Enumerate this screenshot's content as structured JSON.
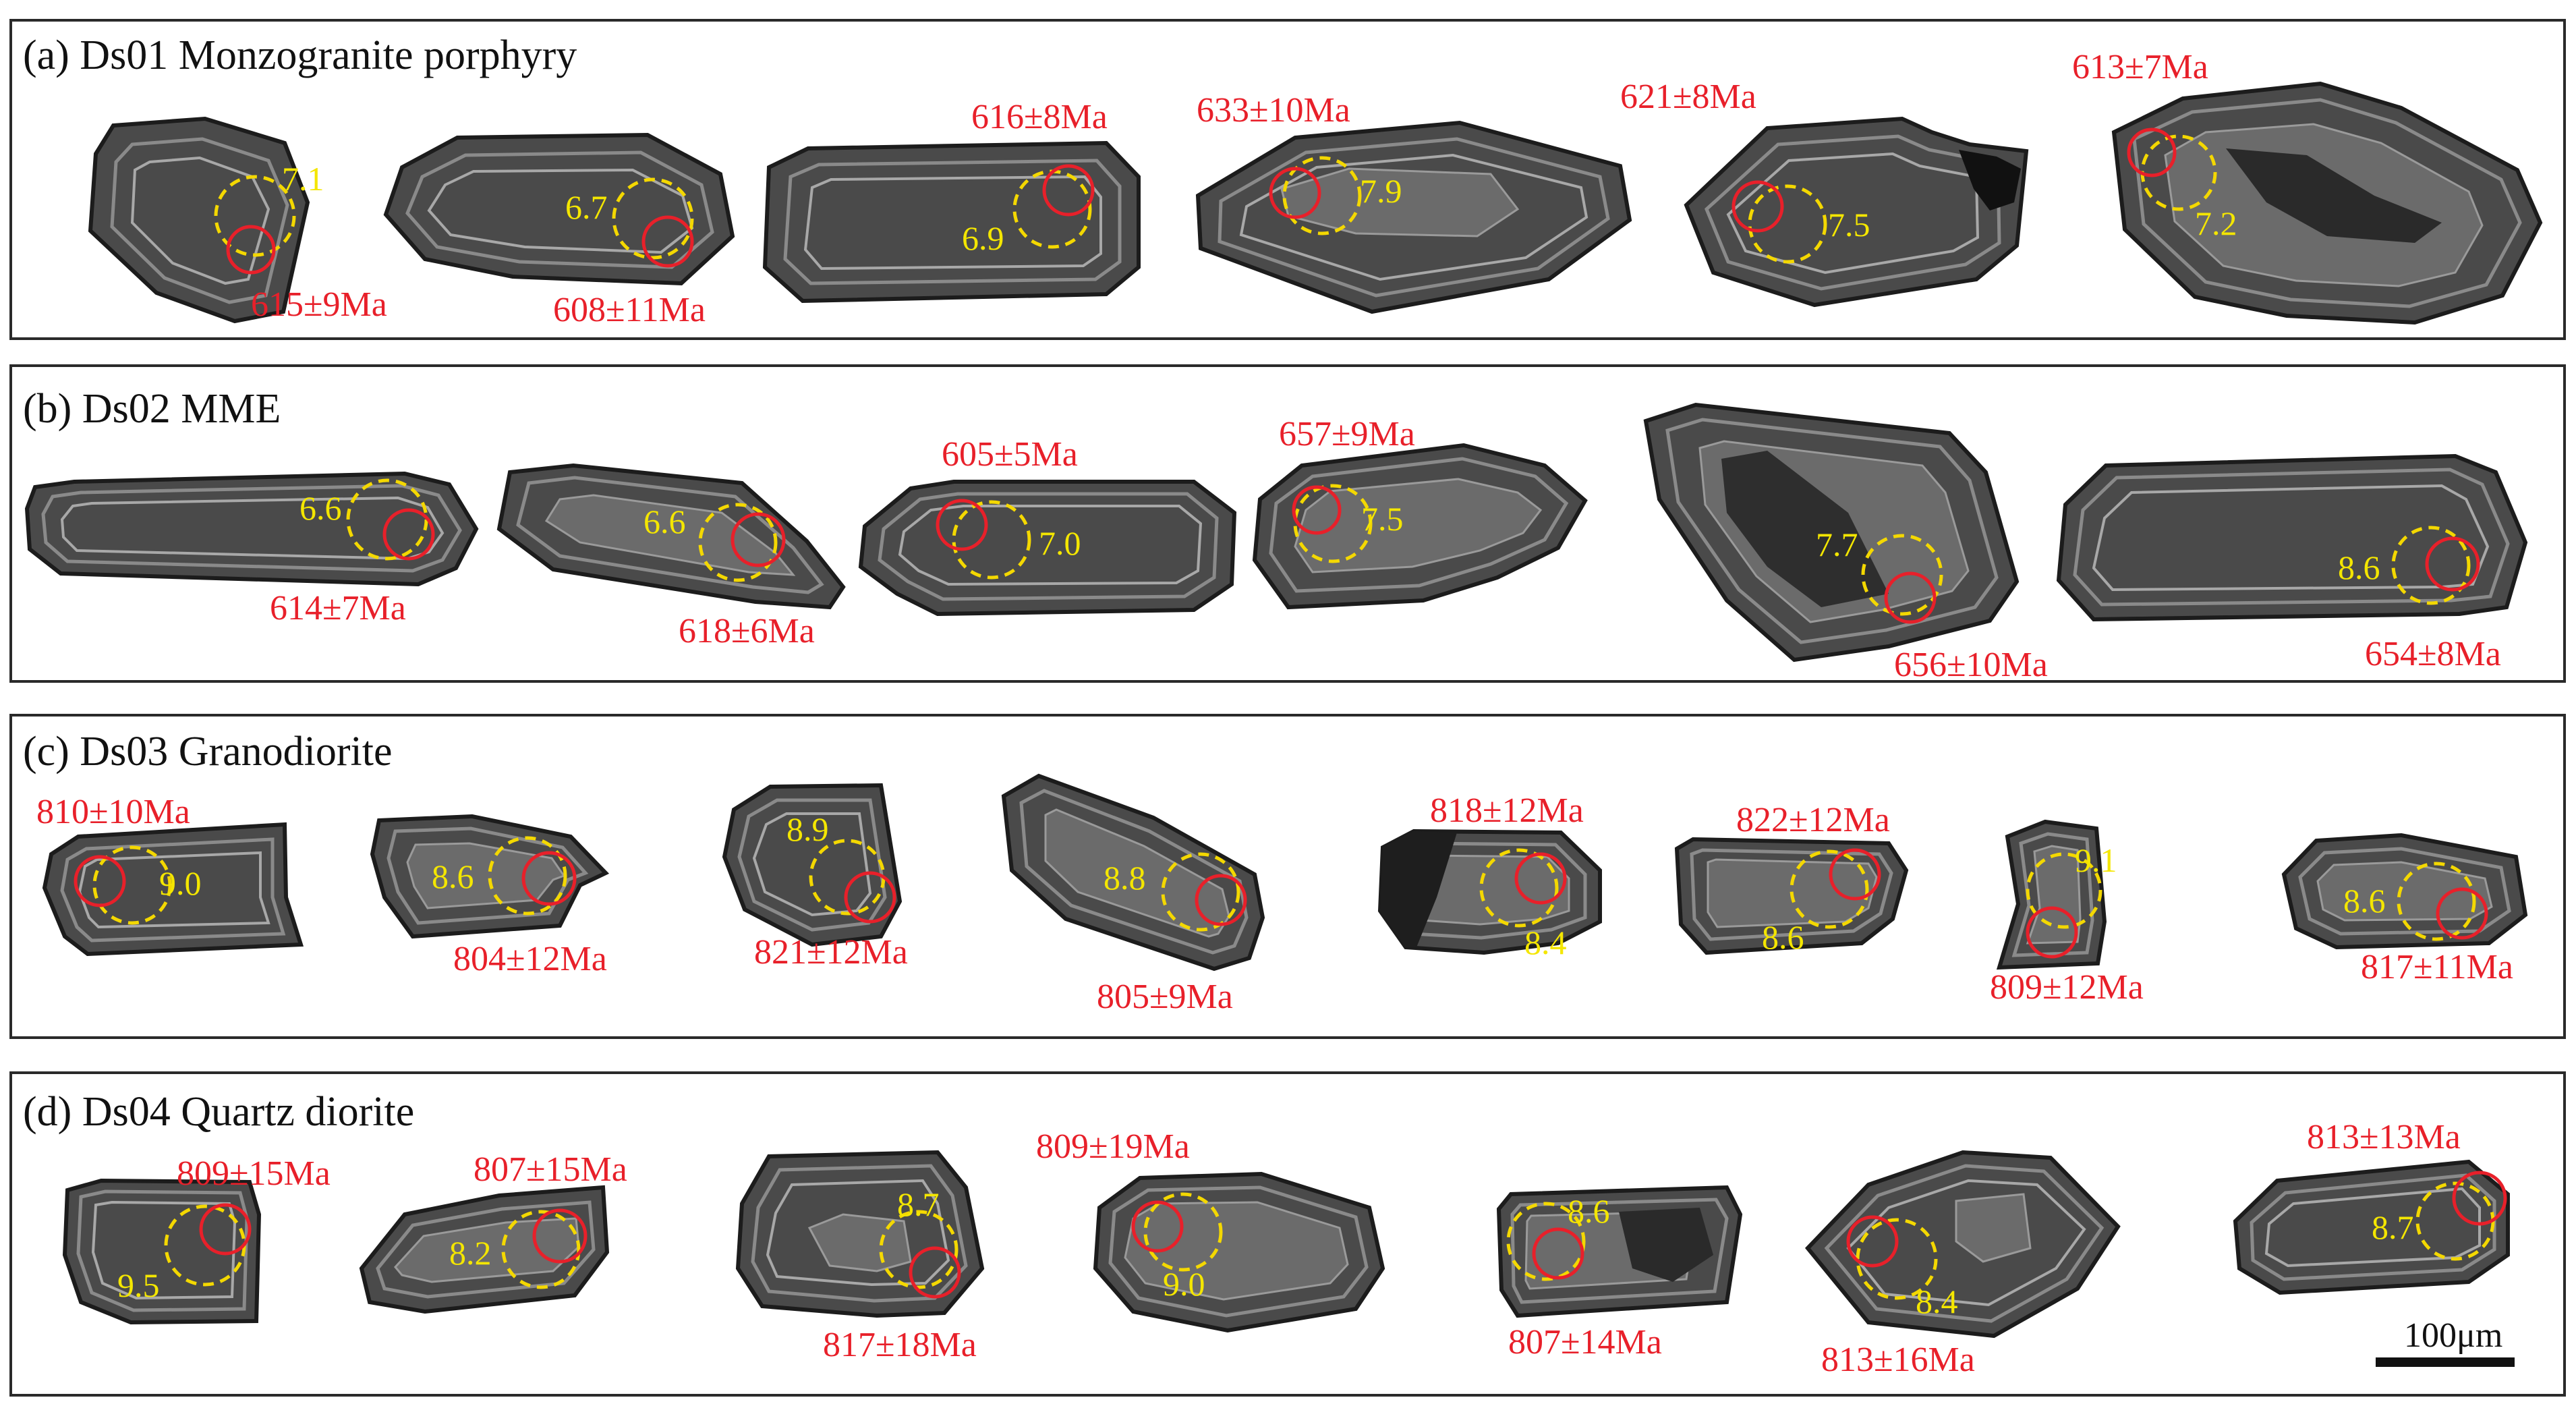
{
  "panels": [
    {
      "title": "(a) Ds01 Monzogranite porphyry",
      "grains": [
        {
          "age": "615±9Ma",
          "hf": "7.1"
        },
        {
          "age": "608±11Ma",
          "hf": "6.7"
        },
        {
          "age": "616±8Ma",
          "hf": "6.9"
        },
        {
          "age": "633±10Ma",
          "hf": "7.9"
        },
        {
          "age": "621±8Ma",
          "hf": "7.5"
        },
        {
          "age": "613±7Ma",
          "hf": "7.2"
        }
      ]
    },
    {
      "title": "(b) Ds02 MME",
      "grains": [
        {
          "age": "614±7Ma",
          "hf": "6.6"
        },
        {
          "age": "618±6Ma",
          "hf": "6.6"
        },
        {
          "age": "605±5Ma",
          "hf": "7.0"
        },
        {
          "age": "657±9Ma",
          "hf": "7.5"
        },
        {
          "age": "656±10Ma",
          "hf": "7.7"
        },
        {
          "age": "654±8Ma",
          "hf": "8.6"
        }
      ]
    },
    {
      "title": "(c) Ds03 Granodiorite",
      "grains": [
        {
          "age": "810±10Ma",
          "hf": "9.0"
        },
        {
          "age": "804±12Ma",
          "hf": "8.6"
        },
        {
          "age": "821±12Ma",
          "hf": "8.9"
        },
        {
          "age": "805±9Ma",
          "hf": "8.8"
        },
        {
          "age": "818±12Ma",
          "hf": "8.4"
        },
        {
          "age": "822±12Ma",
          "hf": "8.6"
        },
        {
          "age": "809±12Ma",
          "hf": "9.1"
        },
        {
          "age": "817±11Ma",
          "hf": "8.6"
        }
      ]
    },
    {
      "title": "(d) Ds04 Quartz diorite",
      "grains": [
        {
          "age": "809±15Ma",
          "hf": "9.5"
        },
        {
          "age": "807±15Ma",
          "hf": "8.2"
        },
        {
          "age": "817±18Ma",
          "hf": "8.7"
        },
        {
          "age": "809±19Ma",
          "hf": "9.0"
        },
        {
          "age": "807±14Ma",
          "hf": "8.6"
        },
        {
          "age": "813±16Ma",
          "hf": "8.4"
        },
        {
          "age": "813±13Ma",
          "hf": "8.7"
        }
      ]
    }
  ],
  "scale_bar": {
    "label": "100μm"
  },
  "colors": {
    "age_label": "#e8202a",
    "hf_label": "#f4e600",
    "upb_spot": "#e8202a",
    "hf_spot": "#f4d800"
  }
}
